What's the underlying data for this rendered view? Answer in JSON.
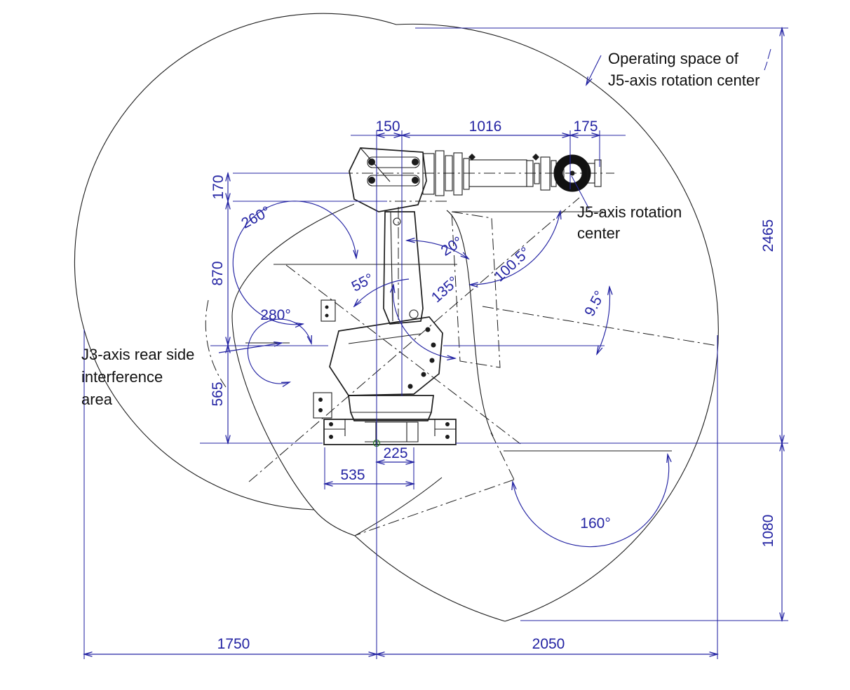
{
  "diagram": {
    "labels": {
      "operating_space": {
        "line1": "Operating space of",
        "line2": "J5-axis rotation center"
      },
      "j5_rotation_center": {
        "line1": "J5-axis rotation",
        "line2": "center"
      },
      "j3_interference": {
        "line1": "J3-axis rear side",
        "line2": "interference",
        "line3": "area"
      }
    },
    "dimensions_mm": {
      "wrist_offset": "150",
      "arm_length": "1016",
      "flange_offset": "175",
      "arm_drop": "170",
      "column_height": "870",
      "base_height": "565",
      "upper_reach": "2465",
      "lower_reach": "1080",
      "base_front": "225",
      "base_width": "535",
      "rear_reach": "1750",
      "front_reach": "2050"
    },
    "angles_deg": {
      "j3_upper_range": "260°",
      "j2_rear_range": "280°",
      "j2_front": "55°",
      "j3_offset": "20°",
      "j3_lower": "135°",
      "wrist_sweep": "100.5°",
      "lower_limit": "9.5°",
      "floor_sweep": "160°"
    },
    "colors": {
      "dimension_blue": "#2424a3",
      "line_black": "#1c1c1c",
      "background": "#ffffff"
    }
  }
}
